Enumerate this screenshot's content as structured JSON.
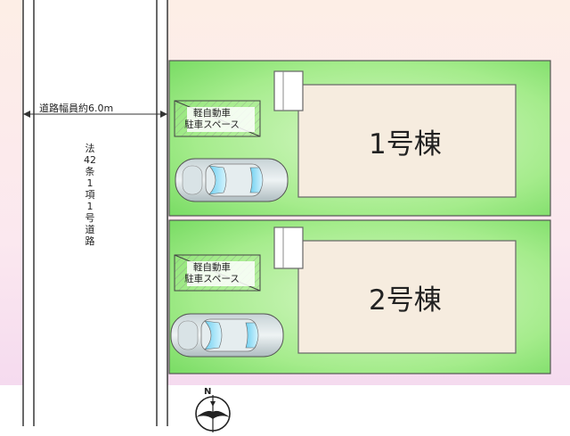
{
  "road": {
    "width_label": "道路幅員約6.0m",
    "law_label": "法42条1項1号道路"
  },
  "lots": [
    {
      "building_label": "1号棟",
      "parking_label": "軽自動車\n駐車スペース"
    },
    {
      "building_label": "2号棟",
      "parking_label": "軽自動車\n駐車スペース"
    }
  ],
  "compass": {
    "north_label": "N"
  },
  "colors": {
    "yard_green": "#7fe070",
    "building_beige": "#f6ecdf",
    "road_white": "#ffffff",
    "surround_pink": "#fbe6ee",
    "outline_dark": "#444444"
  }
}
